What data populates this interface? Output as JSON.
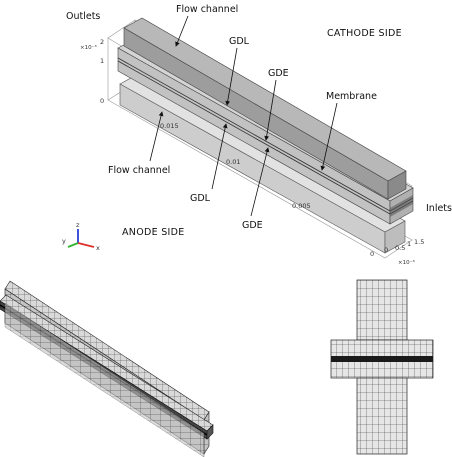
{
  "labels": {
    "outlets": "Outlets",
    "inlets": "Inlets",
    "cathode_side": "CATHODE SIDE",
    "anode_side": "ANODE SIDE",
    "flow_channel_top": "Flow channel",
    "flow_channel_bottom": "Flow channel",
    "gdl_top": "GDL",
    "gdl_bottom": "GDL",
    "gde_top": "GDE",
    "gde_bottom": "GDE",
    "membrane": "Membrane"
  },
  "axes": {
    "vertical": {
      "exponent": "×10⁻³",
      "ticks": [
        "2",
        "1",
        "0"
      ]
    },
    "length": {
      "ticks": [
        "0.015",
        "0.01",
        "0.005",
        "0"
      ]
    },
    "width": {
      "exponent": "×10⁻³",
      "ticks": [
        "0",
        "0.5",
        "1",
        "1.5"
      ]
    }
  },
  "triad": {
    "x": "x",
    "y": "y",
    "z": "z"
  },
  "colors": {
    "axis_x": "#e0302a",
    "axis_y": "#2fb52f",
    "axis_z": "#2a3fd8",
    "channel_top": "#b5b5b5",
    "channel_side": "#8e8e8e",
    "mesh_line": "#2a2a2a"
  }
}
